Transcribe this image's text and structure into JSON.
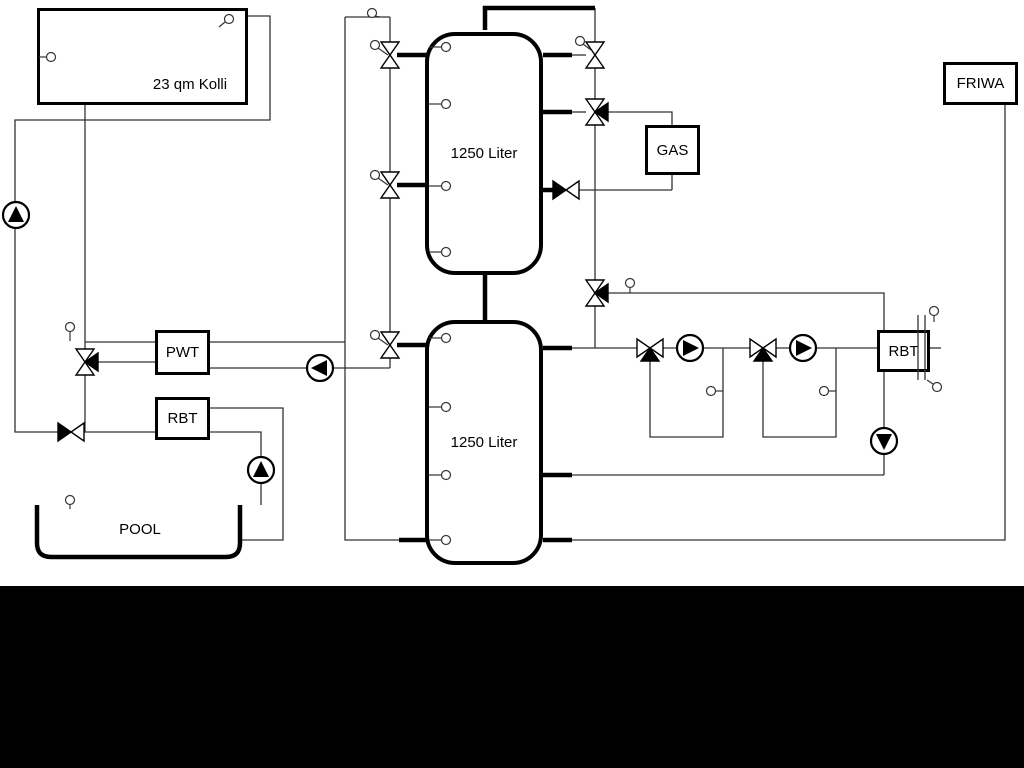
{
  "labels": {
    "collector": "23 qm Kolli",
    "tank_top": "1250 Liter",
    "tank_bottom": "1250 Liter",
    "gas": "GAS",
    "friwa": "FRIWA",
    "pwt": "PWT",
    "rbt_left": "RBT",
    "rbt_right": "RBT",
    "pool": "POOL"
  },
  "colors": {
    "background": "#ffffff",
    "line": "#333333",
    "outline": "#000000",
    "footer": "#000000"
  }
}
